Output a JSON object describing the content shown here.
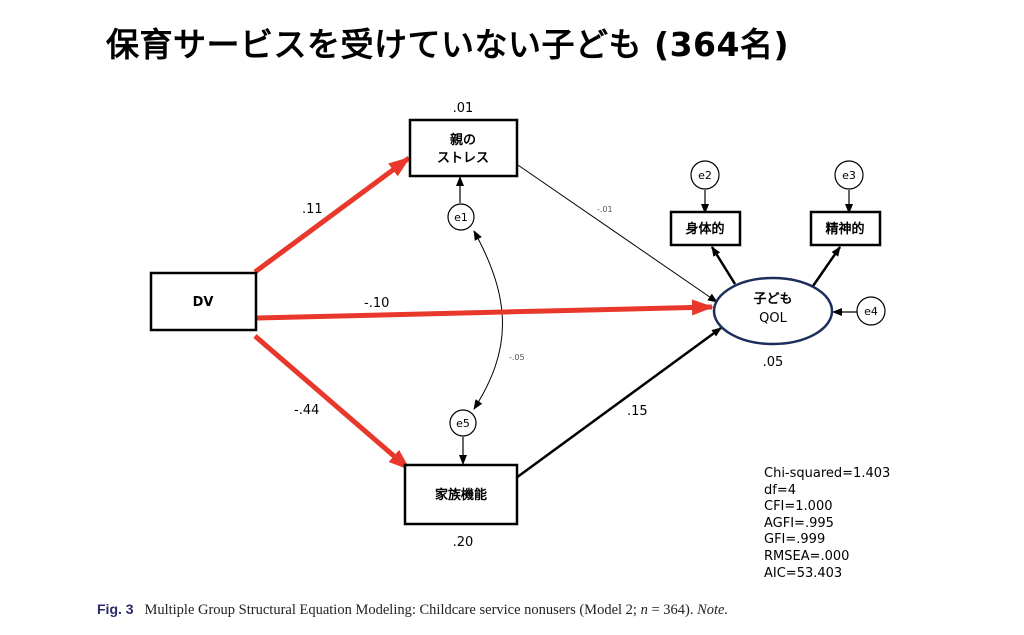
{
  "title": "保育サービスを受けていない子ども (364名)",
  "nodes": {
    "stress": {
      "line1": "親の",
      "line2": "ストレス",
      "r2": ".01"
    },
    "dv": {
      "label": "DV"
    },
    "family": {
      "label": "家族機能",
      "r2": ".20"
    },
    "qol": {
      "line1": "子ども",
      "line2": "QOL",
      "r2": ".05"
    },
    "body": {
      "label": "身体的"
    },
    "mental": {
      "label": "精神的"
    }
  },
  "errors": {
    "e1": "e1",
    "e2": "e2",
    "e3": "e3",
    "e4": "e4",
    "e5": "e5"
  },
  "paths": {
    "dv_stress": ".11",
    "dv_qol": "-.10",
    "dv_family": "-.44",
    "stress_qol": "-.01",
    "family_qol": ".15",
    "e1_e5": "-.05"
  },
  "colors": {
    "highlight": "#e8382c",
    "ellipse": "#1d2e5c",
    "line": "#000000"
  },
  "fit_stats": [
    "Chi-squared=1.403",
    "df=4",
    "CFI=1.000",
    "AGFI=.995",
    "GFI=.999",
    "RMSEA=.000",
    "AIC=53.403"
  ],
  "caption": {
    "fig": "Fig. 3",
    "text": "Multiple Group Structural Equation Modeling: Childcare service nonusers (Model 2;",
    "n_expr": "n",
    "n_value": " = 364).",
    "note": "Note."
  }
}
